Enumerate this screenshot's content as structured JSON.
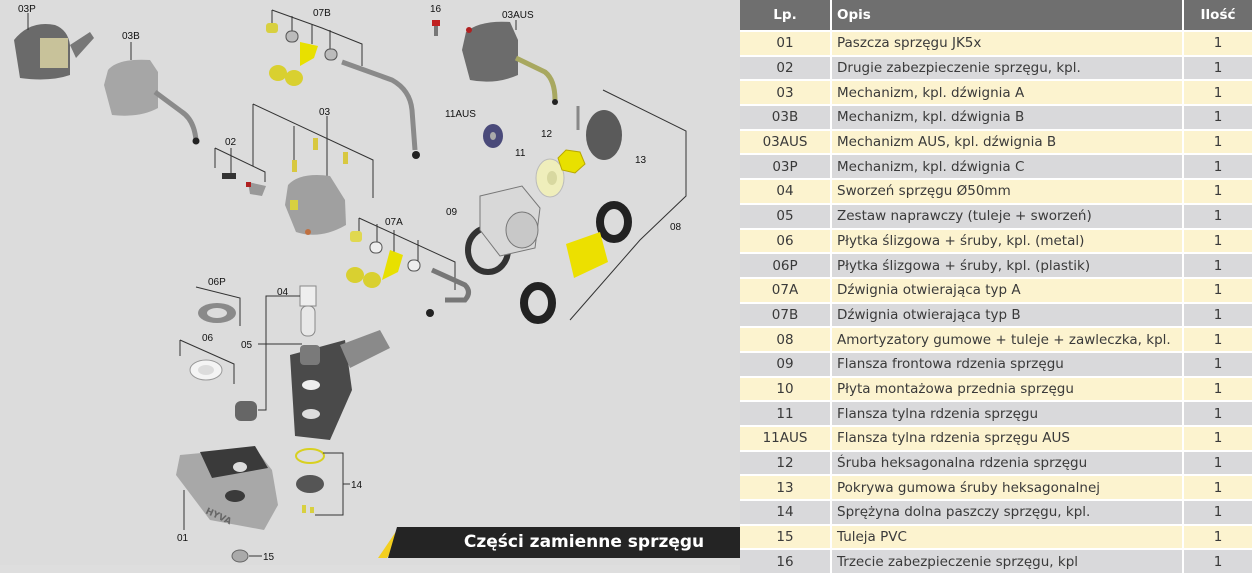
{
  "diagram": {
    "labels": [
      "03P",
      "03B",
      "07B",
      "16",
      "03AUS",
      "02",
      "03",
      "11AUS",
      "12",
      "11",
      "13",
      "09",
      "08",
      "07A",
      "06P",
      "04",
      "05",
      "06",
      "14",
      "01",
      "15"
    ],
    "brand_mark": "HYVA",
    "colors": {
      "background": "#dcdcdc",
      "highlight_yellow": "#e8e000",
      "part_gray": "#9a9a9a",
      "rubber_black": "#2a2a2a",
      "bushing_blue": "#4a4a7a"
    }
  },
  "banner": {
    "title": "Części zamienne sprzęgu",
    "accent": "#f3cf1f",
    "background": "#242424"
  },
  "table": {
    "headers": {
      "lp": "Lp.",
      "opis": "Opis",
      "ilosc": "Ilość"
    },
    "colors": {
      "header": "#6f6f6f",
      "row_odd": "#fcf3cf",
      "row_even": "#d9d9db"
    },
    "rows": [
      {
        "lp": "01",
        "opis": "Paszcza sprzęgu JK5x",
        "ilosc": "1"
      },
      {
        "lp": "02",
        "opis": "Drugie zabezpieczenie sprzęgu, kpl.",
        "ilosc": "1"
      },
      {
        "lp": "03",
        "opis": "Mechanizm, kpl. dźwignia A",
        "ilosc": "1"
      },
      {
        "lp": "03B",
        "opis": "Mechanizm, kpl. dźwignia B",
        "ilosc": "1"
      },
      {
        "lp": "03AUS",
        "opis": "Mechanizm AUS, kpl. dźwignia B",
        "ilosc": "1"
      },
      {
        "lp": "03P",
        "opis": "Mechanizm, kpl. dźwignia C",
        "ilosc": "1"
      },
      {
        "lp": "04",
        "opis": "Sworzeń sprzęgu Ø50mm",
        "ilosc": "1"
      },
      {
        "lp": "05",
        "opis": "Zestaw naprawczy (tuleje + sworzeń)",
        "ilosc": "1"
      },
      {
        "lp": "06",
        "opis": "Płytka ślizgowa + śruby, kpl. (metal)",
        "ilosc": "1"
      },
      {
        "lp": "06P",
        "opis": "Płytka ślizgowa + śruby, kpl. (plastik)",
        "ilosc": "1"
      },
      {
        "lp": "07A",
        "opis": "Dźwignia otwierająca typ A",
        "ilosc": "1"
      },
      {
        "lp": "07B",
        "opis": "Dźwignia otwierająca typ B",
        "ilosc": "1"
      },
      {
        "lp": "08",
        "opis": "Amortyzatory gumowe + tuleje + zawleczka, kpl.",
        "ilosc": "1"
      },
      {
        "lp": "09",
        "opis": "Flansza frontowa rdzenia sprzęgu",
        "ilosc": "1"
      },
      {
        "lp": "10",
        "opis": "Płyta montażowa przednia sprzęgu",
        "ilosc": "1"
      },
      {
        "lp": "11",
        "opis": "Flansza tylna rdzenia sprzęgu",
        "ilosc": "1"
      },
      {
        "lp": "11AUS",
        "opis": "Flansza tylna rdzenia sprzęgu AUS",
        "ilosc": "1"
      },
      {
        "lp": "12",
        "opis": "Śruba heksagonalna rdzenia sprzęgu",
        "ilosc": "1"
      },
      {
        "lp": "13",
        "opis": "Pokrywa gumowa śruby heksagonalnej",
        "ilosc": "1"
      },
      {
        "lp": "14",
        "opis": "Sprężyna dolna paszczy sprzęgu, kpl.",
        "ilosc": "1"
      },
      {
        "lp": "15",
        "opis": "Tuleja PVC",
        "ilosc": "1"
      },
      {
        "lp": "16",
        "opis": "Trzecie zabezpieczenie sprzęgu, kpl",
        "ilosc": "1"
      }
    ]
  }
}
